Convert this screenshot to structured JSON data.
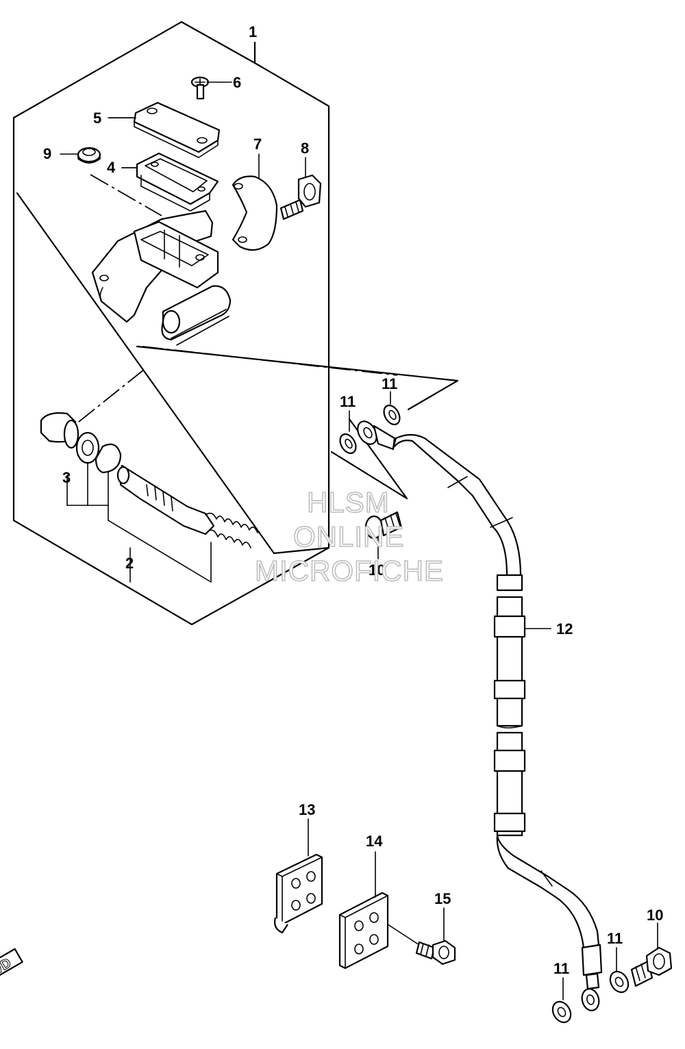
{
  "callouts": {
    "c1": "1",
    "c2": "2",
    "c3": "3",
    "c4": "4",
    "c5": "5",
    "c6": "6",
    "c7": "7",
    "c8": "8",
    "c9": "9",
    "c10a": "10",
    "c10b": "10",
    "c11a": "11",
    "c11b": "11",
    "c11c": "11",
    "c11d": "11",
    "c12": "12",
    "c13": "13",
    "c14": "14",
    "c15": "15"
  },
  "watermark": {
    "line1": "HLSM",
    "line2": "ONLINE",
    "line3": "MICROFICHE"
  },
  "direction": {
    "label": "FWD"
  }
}
